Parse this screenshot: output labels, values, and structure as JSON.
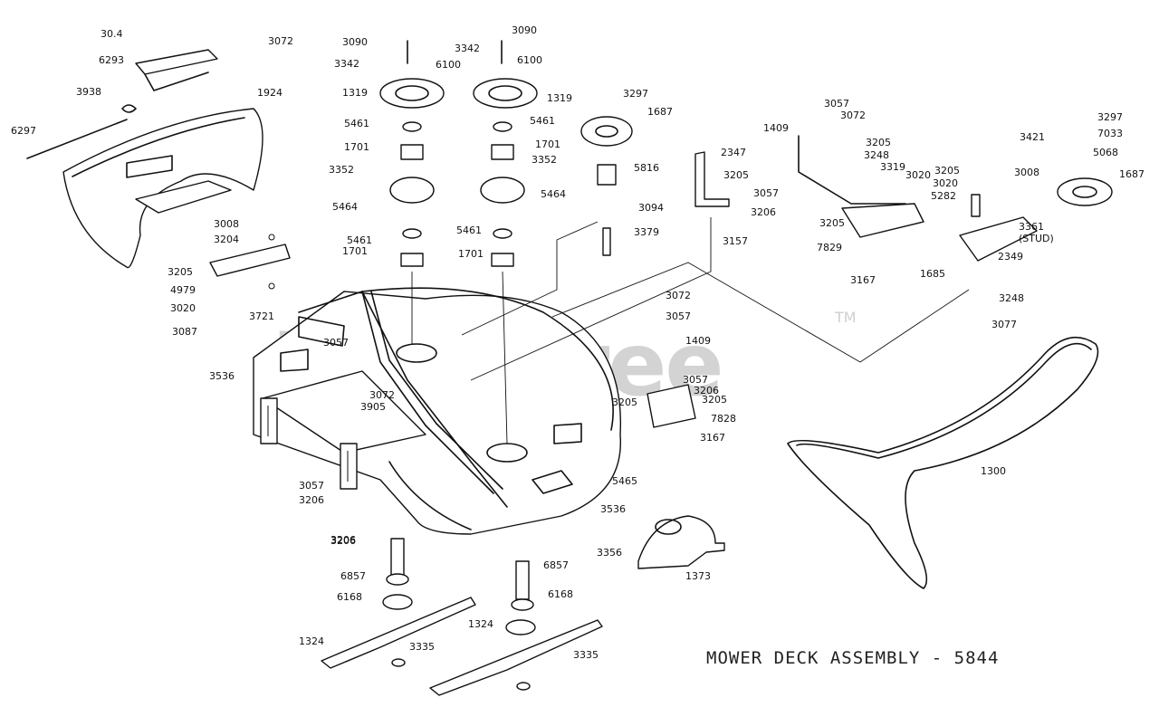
{
  "title": "MOWER DECK ASSEMBLY - 5844",
  "watermark": "PartsTree",
  "trademark": "TM",
  "labels": [
    "30.4",
    "3072",
    "6293",
    "3938",
    "6297",
    "1924",
    "3008",
    "3204",
    "3205",
    "4979",
    "3020",
    "3087",
    "3721",
    "3536",
    "3057",
    "3072",
    "3905",
    "3057",
    "3206",
    "3206",
    "6857",
    "6168",
    "1324",
    "3335",
    "3090",
    "3342",
    "6100",
    "1319",
    "5461",
    "1701",
    "3352",
    "5464",
    "5461",
    "1701",
    "3090",
    "3342",
    "6100",
    "1319",
    "5461",
    "1701",
    "3352",
    "5464",
    "5461",
    "1701",
    "3297",
    "1687",
    "5816",
    "3094",
    "3379",
    "2347",
    "3205",
    "3057",
    "3206",
    "3157",
    "1409",
    "3057",
    "3072",
    "3205",
    "3248",
    "3319",
    "3020",
    "3205",
    "7829",
    "3167",
    "1685",
    "3205",
    "3020",
    "5282",
    "3421",
    "3008",
    "3297",
    "7033",
    "5068",
    "1687",
    "3361",
    "(STUD)",
    "2349",
    "3248",
    "3077",
    "3072",
    "3057",
    "1409",
    "3057",
    "3206",
    "3205",
    "3205",
    "7828",
    "3167",
    "5465",
    "3536",
    "1300",
    "3356",
    "1373",
    "3206",
    "6857",
    "6168",
    "1324",
    "3335"
  ]
}
